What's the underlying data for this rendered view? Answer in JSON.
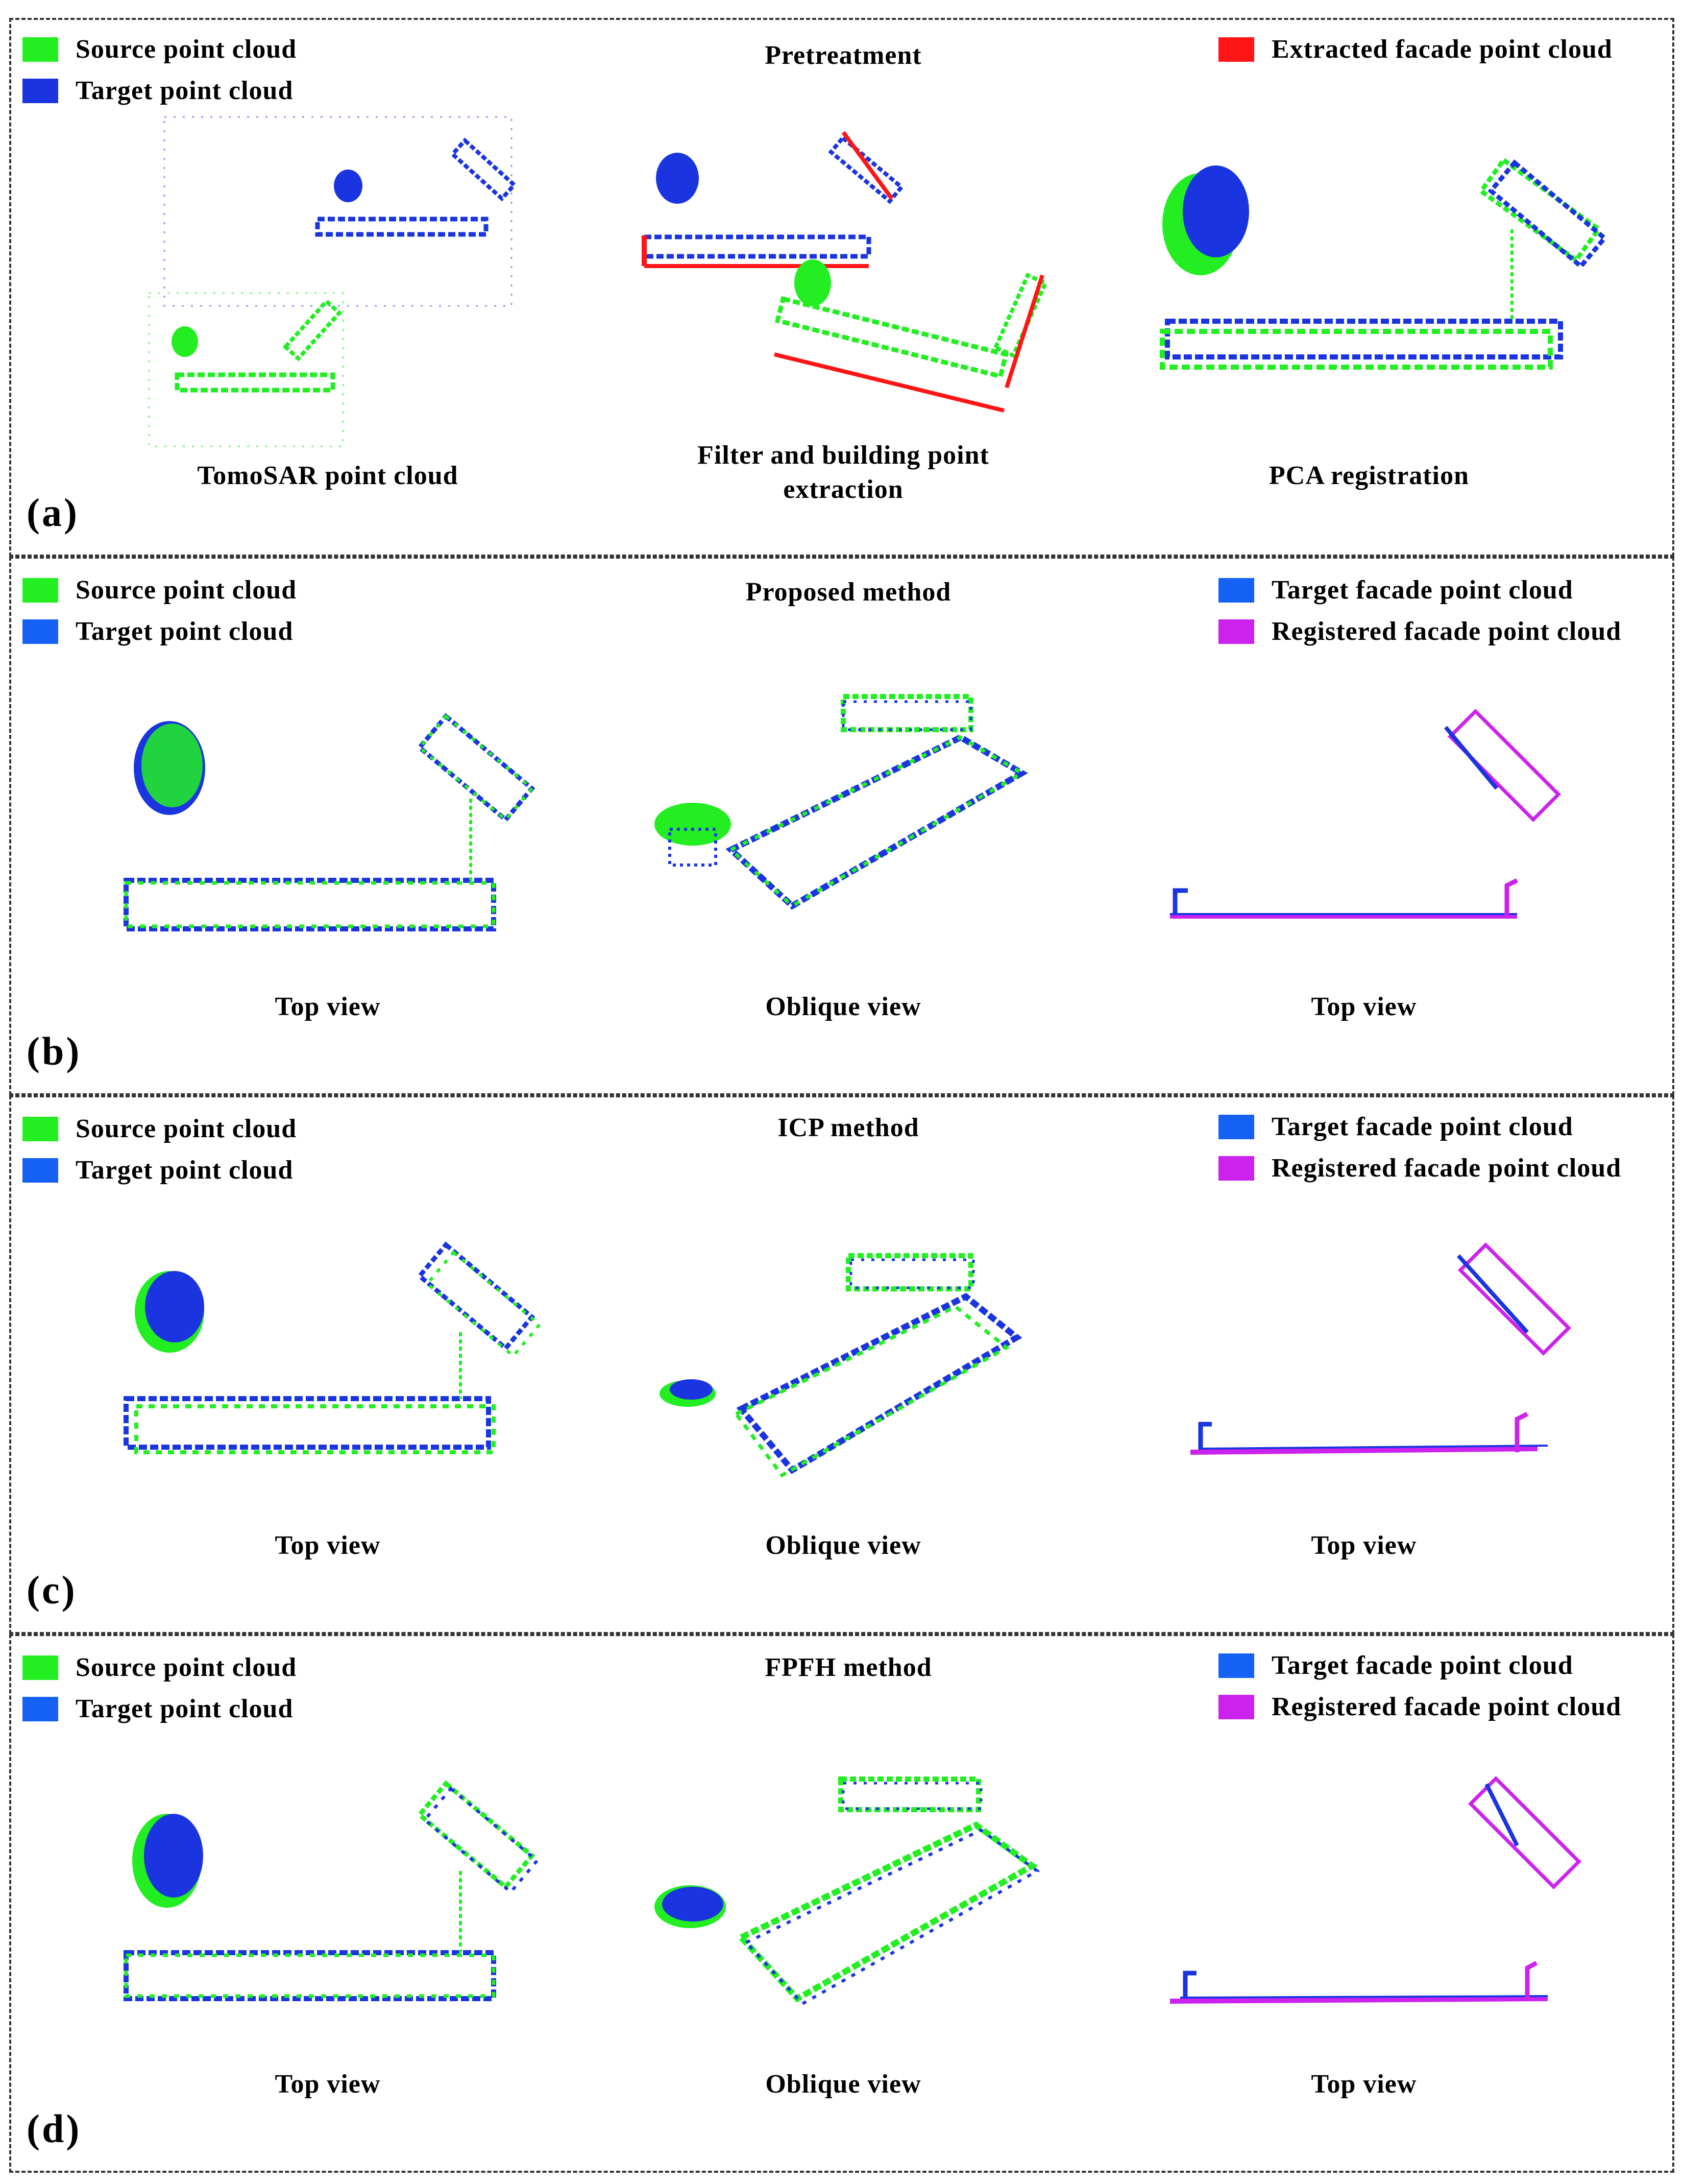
{
  "colors": {
    "source": "#22ee22",
    "target": "#1a35e0",
    "target_facade": "#1560f5",
    "extracted": "#ff1515",
    "registered": "#cc22ee"
  },
  "panels": [
    {
      "label": "(a)",
      "title": "Pretreatment",
      "legend_left": [
        "Source point cloud",
        "Target point cloud"
      ],
      "legend_right": [
        "Extracted facade point cloud"
      ],
      "captions": [
        "TomoSAR point cloud",
        "Filter and building point extraction",
        "PCA registration"
      ]
    },
    {
      "label": "(b)",
      "title": "Proposed method",
      "legend_left": [
        "Source point cloud",
        "Target point cloud"
      ],
      "legend_right": [
        "Target  facade point cloud",
        "Registered facade point cloud"
      ],
      "captions": [
        "Top view",
        "Oblique view",
        "Top view"
      ]
    },
    {
      "label": "(c)",
      "title": "ICP method",
      "legend_left": [
        "Source point cloud",
        "Target point cloud"
      ],
      "legend_right": [
        "Target  facade point cloud",
        "Registered facade point cloud"
      ],
      "captions": [
        "Top view",
        "Oblique view",
        "Top view"
      ]
    },
    {
      "label": "(d)",
      "title": "FPFH method",
      "legend_left": [
        "Source point cloud",
        "Target point cloud"
      ],
      "legend_right": [
        "Target  facade point cloud",
        "Registered facade point cloud"
      ],
      "captions": [
        "Top view",
        "Oblique view",
        "Top view"
      ]
    }
  ]
}
